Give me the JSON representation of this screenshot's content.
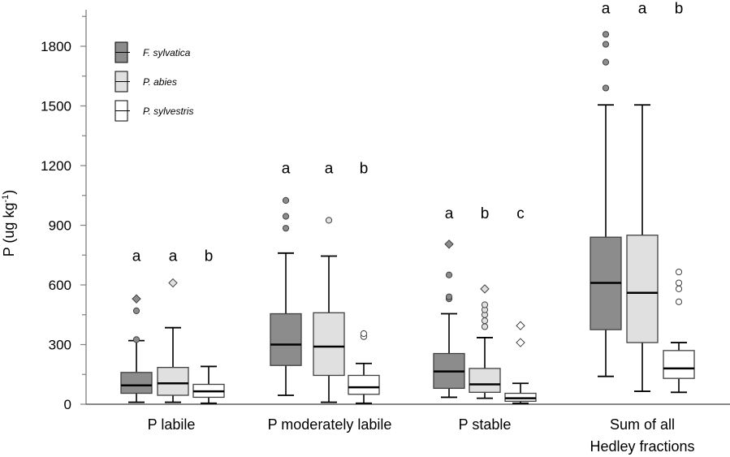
{
  "chart_data": {
    "type": "box",
    "title": "",
    "ylabel": "P  (ug kg",
    "ylabel_sup": "-1",
    "ylabel_close": ")",
    "ylim": [
      0,
      1900
    ],
    "yticks": [
      0,
      300,
      600,
      900,
      1200,
      1500,
      1800
    ],
    "legend": {
      "placement": "top-left",
      "entries": [
        {
          "name": "F. sylvatica",
          "color": "#8c8c8c"
        },
        {
          "name": "P. abies",
          "color": "#e0e0e0"
        },
        {
          "name": "P. sylvestris",
          "color": "#ffffff"
        }
      ]
    },
    "categories": [
      {
        "label": [
          "P labile"
        ],
        "letters": [
          "a",
          "a",
          "b"
        ],
        "letter_y": 745,
        "boxes": [
          {
            "min": 10,
            "q1": 55,
            "median": 95,
            "q3": 160,
            "max": 320,
            "outliers": [
              325,
              470
            ],
            "extremes": [
              530
            ]
          },
          {
            "min": 10,
            "q1": 45,
            "median": 105,
            "q3": 185,
            "max": 385,
            "outliers": [],
            "extremes": [
              610
            ]
          },
          {
            "min": 5,
            "q1": 35,
            "median": 65,
            "q3": 100,
            "max": 190,
            "outliers": [],
            "extremes": []
          }
        ]
      },
      {
        "label": [
          "P  moderately labile"
        ],
        "letters": [
          "a",
          "a",
          "b"
        ],
        "letter_y": 1185,
        "boxes": [
          {
            "min": 45,
            "q1": 195,
            "median": 300,
            "q3": 455,
            "max": 760,
            "outliers": [
              885,
              945,
              1025
            ],
            "extremes": []
          },
          {
            "min": 10,
            "q1": 145,
            "median": 290,
            "q3": 460,
            "max": 745,
            "outliers": [
              925
            ],
            "extremes": []
          },
          {
            "min": 5,
            "q1": 50,
            "median": 85,
            "q3": 145,
            "max": 205,
            "outliers": [
              340,
              355
            ],
            "extremes": []
          }
        ]
      },
      {
        "label": [
          "P stable"
        ],
        "letters": [
          "a",
          "b",
          "c"
        ],
        "letter_y": 960,
        "boxes": [
          {
            "min": 35,
            "q1": 80,
            "median": 165,
            "q3": 255,
            "max": 455,
            "outliers": [
              530,
              540,
              650
            ],
            "extremes": [
              805
            ]
          },
          {
            "min": 30,
            "q1": 60,
            "median": 100,
            "q3": 180,
            "max": 335,
            "outliers": [
              390,
              420,
              450,
              475,
              500
            ],
            "extremes": [
              580
            ]
          },
          {
            "min": 5,
            "q1": 15,
            "median": 30,
            "q3": 55,
            "max": 105,
            "outliers": [],
            "extremes": [
              310,
              395
            ]
          }
        ]
      },
      {
        "label": [
          "Sum of all",
          "Hedley fractions"
        ],
        "letters": [
          "a",
          "a",
          "b"
        ],
        "letter_y": 1990,
        "boxes": [
          {
            "min": 140,
            "q1": 375,
            "median": 610,
            "q3": 840,
            "max": 1505,
            "outliers": [
              1590,
              1720,
              1810,
              1860
            ],
            "extremes": []
          },
          {
            "min": 65,
            "q1": 310,
            "median": 560,
            "q3": 850,
            "max": 1505,
            "outliers": [],
            "extremes": []
          },
          {
            "min": 60,
            "q1": 130,
            "median": 180,
            "q3": 270,
            "max": 310,
            "outliers": [
              515,
              580,
              610,
              665
            ],
            "extremes": []
          }
        ]
      }
    ]
  }
}
